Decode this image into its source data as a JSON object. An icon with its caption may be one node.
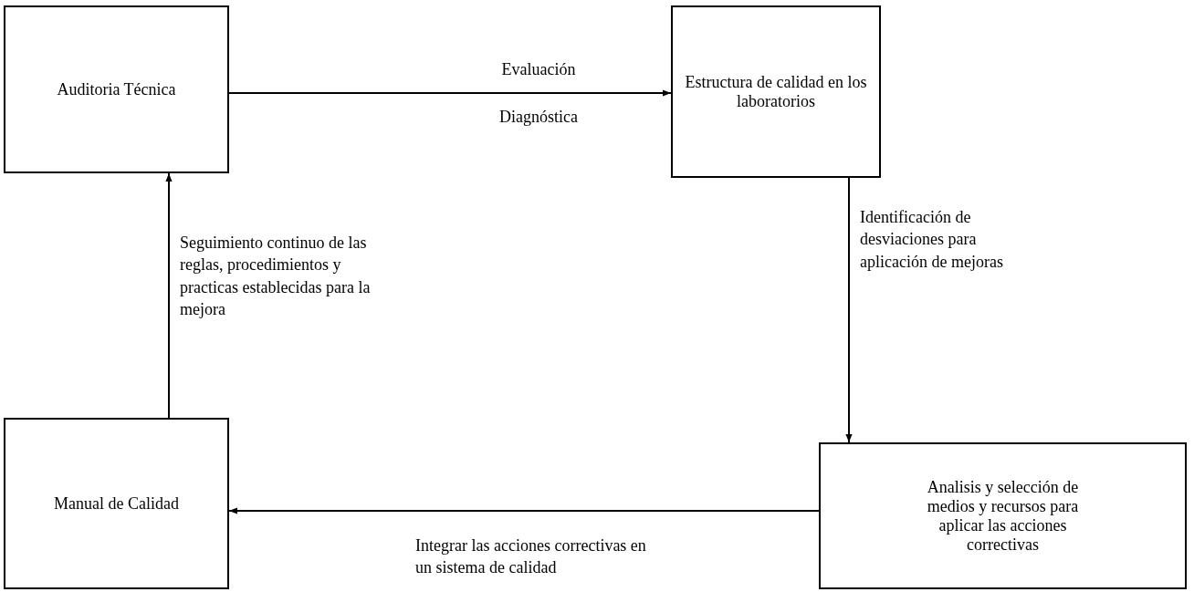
{
  "diagram": {
    "nodes": [
      {
        "text": [
          "Auditoria Técnica"
        ]
      },
      {
        "text": [
          "Estructura de calidad en los laboratorios"
        ]
      },
      {
        "text": [
          "Analisis y selección de medios y recursos para aplicar las acciones correctivas"
        ]
      },
      {
        "text": [
          "Manual de Calidad"
        ]
      }
    ],
    "edges": [
      {
        "from": 0,
        "to": 1,
        "arrow": "to",
        "label": "Evaluación Diagnóstica"
      },
      {
        "from": 1,
        "to": 2,
        "arrow": "to",
        "label": "Identificación de desviaciones para aplicación de mejoras"
      },
      {
        "from": 2,
        "to": 3,
        "arrow": "to",
        "label": "Integrar las acciones correctivas en un sistema de calidad"
      },
      {
        "from": 3,
        "to": 0,
        "arrow": "to",
        "label": "Seguimiento continuo de las reglas, procedimientos y practicas establecidas para la mejora"
      }
    ]
  }
}
